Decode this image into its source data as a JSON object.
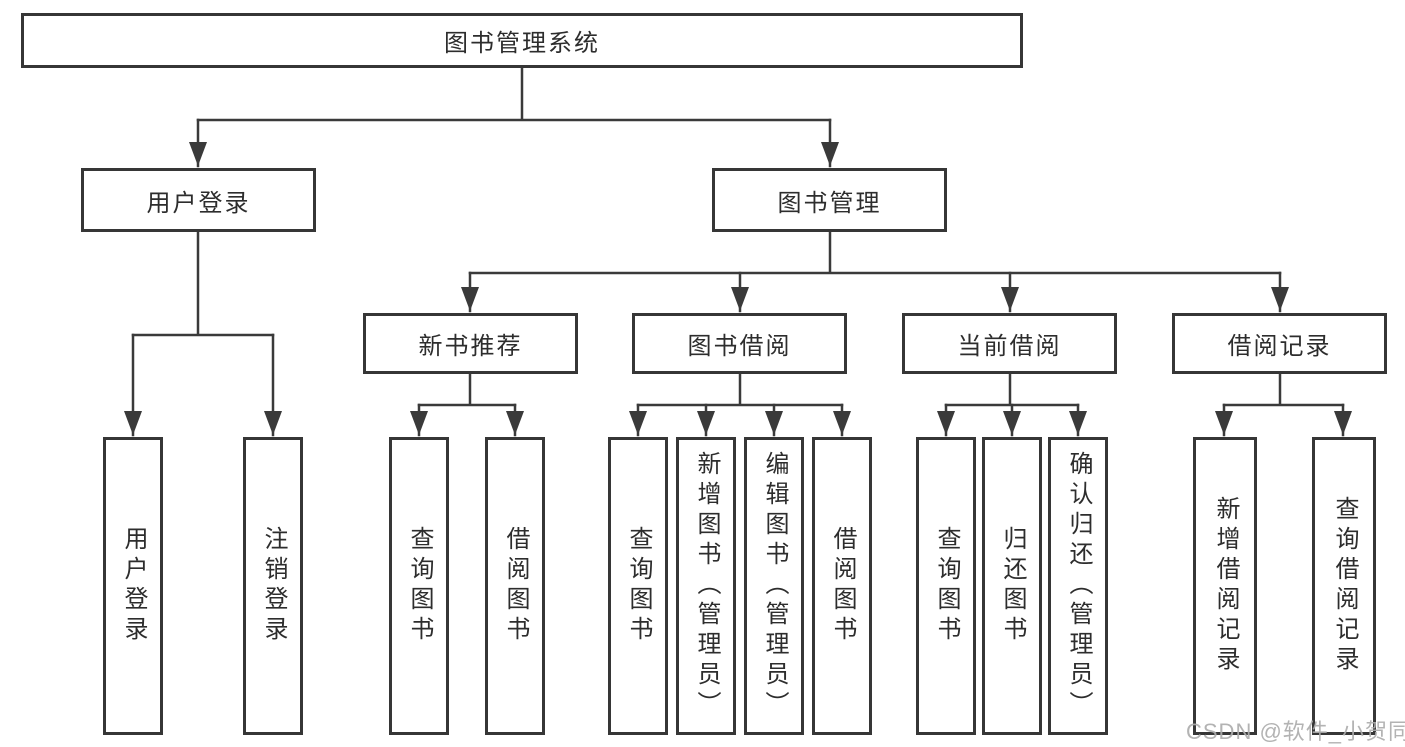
{
  "diagram_title": "图书管理系统",
  "colors": {
    "line": "#3a3a3a",
    "box_border": "#363636",
    "text": "#2d2d2d",
    "background": "#ffffff",
    "watermark": "#acacac"
  },
  "tree": {
    "root": {
      "label": "图书管理系统"
    },
    "level2": [
      {
        "label": "用户登录"
      },
      {
        "label": "图书管理"
      }
    ],
    "level3": [
      {
        "label": "新书推荐"
      },
      {
        "label": "图书借阅"
      },
      {
        "label": "当前借阅"
      },
      {
        "label": "借阅记录"
      }
    ],
    "leaves": [
      {
        "label": "用户登录",
        "parent": "用户登录"
      },
      {
        "label": "注销登录",
        "parent": "用户登录"
      },
      {
        "label": "查询图书",
        "parent": "新书推荐"
      },
      {
        "label": "借阅图书",
        "parent": "新书推荐"
      },
      {
        "label": "查询图书",
        "parent": "图书借阅"
      },
      {
        "label": "新增图书（管理员）",
        "parent": "图书借阅"
      },
      {
        "label": "编辑图书（管理员）",
        "parent": "图书借阅"
      },
      {
        "label": "借阅图书",
        "parent": "图书借阅"
      },
      {
        "label": "查询图书",
        "parent": "当前借阅"
      },
      {
        "label": "归还图书",
        "parent": "当前借阅"
      },
      {
        "label": "确认归还（管理员）",
        "parent": "当前借阅"
      },
      {
        "label": "新增借阅记录",
        "parent": "借阅记录"
      },
      {
        "label": "查询借阅记录",
        "parent": "借阅记录"
      }
    ]
  },
  "watermark": {
    "text": "CSDN @软件_小贺同学"
  }
}
